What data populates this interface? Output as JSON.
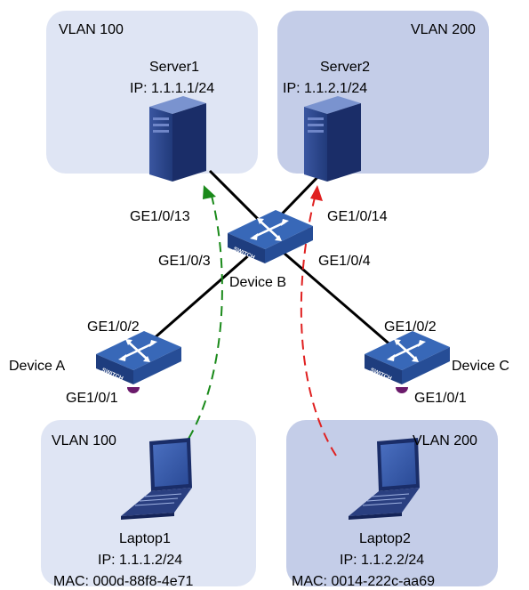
{
  "vlans": {
    "server1_zone": "VLAN 100",
    "server2_zone": "VLAN 200",
    "laptop1_zone": "VLAN 100",
    "laptop2_zone": "VLAN 200"
  },
  "server1": {
    "name": "Server1",
    "ip": "IP: 1.1.1.1/24"
  },
  "server2": {
    "name": "Server2",
    "ip": "IP: 1.1.2.1/24"
  },
  "device_a": {
    "name": "Device A",
    "port_up": "GE1/0/2",
    "port_down": "GE1/0/1"
  },
  "device_b": {
    "name": "Device B",
    "port_13": "GE1/0/13",
    "port_14": "GE1/0/14",
    "port_3": "GE1/0/3",
    "port_4": "GE1/0/4"
  },
  "device_c": {
    "name": "Device C",
    "port_up": "GE1/0/2",
    "port_down": "GE1/0/1"
  },
  "laptop1": {
    "name": "Laptop1",
    "ip": "IP: 1.1.1.2/24",
    "mac": "MAC: 000d-88f8-4e71"
  },
  "laptop2": {
    "name": "Laptop2",
    "ip": "IP: 1.1.2.2/24",
    "mac": "MAC: 0014-222c-aa69"
  },
  "switch_badge": "SWITCH",
  "colors": {
    "vlan100_fill": "#dfe5f4",
    "vlan200_fill": "#c4cde8",
    "switch_blue": "#2f5ea8",
    "path_green": "#1a8a1a",
    "path_red": "#e02020",
    "port_marker": "#6b1a6b"
  }
}
